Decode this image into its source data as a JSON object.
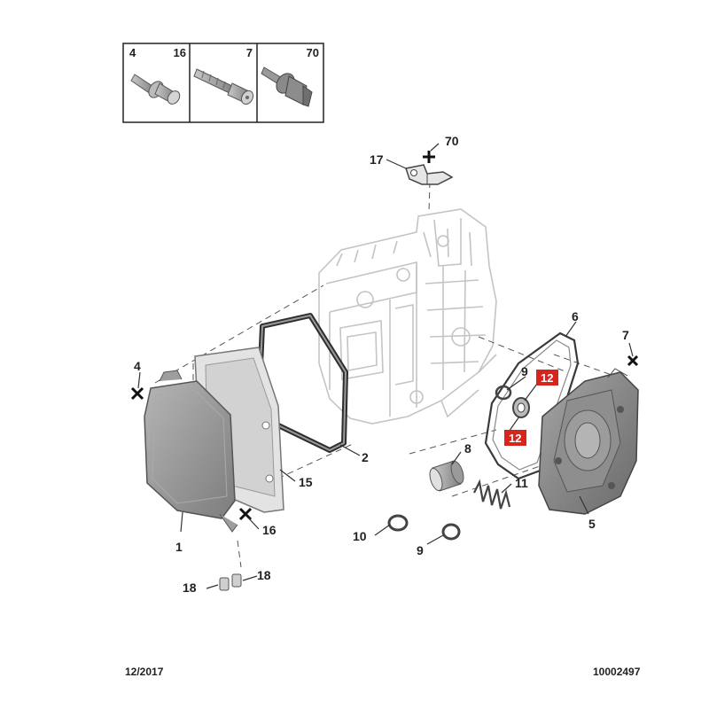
{
  "legend": {
    "cells": [
      {
        "left": "4",
        "right": "16",
        "icon": "flange-bolt-icon"
      },
      {
        "right": "7",
        "icon": "torx-screw-icon"
      },
      {
        "right": "70",
        "icon": "hex-stud-bolt-icon"
      }
    ]
  },
  "callouts": {
    "c70": "70",
    "c17": "17",
    "c6": "6",
    "c7": "7",
    "c4": "4",
    "c9a": "9",
    "c12a": "12",
    "c12b": "12",
    "c2": "2",
    "c8": "8",
    "c15": "15",
    "c11": "11",
    "c5": "5",
    "c16": "16",
    "c1": "1",
    "c10": "10",
    "c9b": "9",
    "c18a": "18",
    "c18b": "18"
  },
  "colors": {
    "highlight_red": "#d9241c",
    "part_grey": "#8f8f8f",
    "line": "#333333"
  },
  "footer": {
    "date": "12/2017",
    "reference": "10002497"
  }
}
